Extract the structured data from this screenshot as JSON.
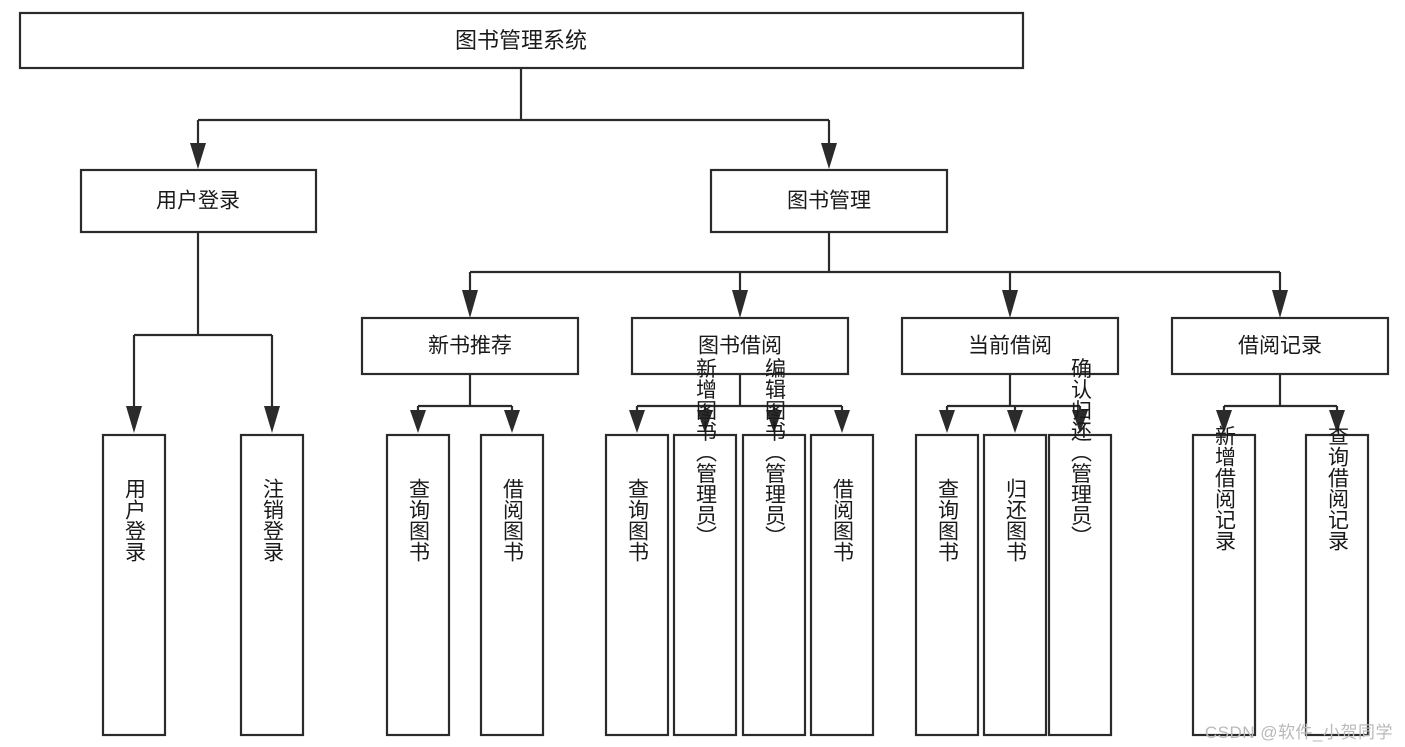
{
  "diagram": {
    "type": "tree",
    "title": "图书管理系统",
    "watermark": "CSDN @软件_小贺同学",
    "colors": {
      "stroke": "#2b2b2b",
      "box_fill": "#ffffff",
      "text": "#1a1a1a",
      "background": "#ffffff",
      "watermark": "#b9b9b9"
    },
    "levels": {
      "root": "图书管理系统",
      "level2": [
        "用户登录",
        "图书管理"
      ],
      "level3": [
        "新书推荐",
        "图书借阅",
        "当前借阅",
        "借阅记录"
      ]
    },
    "nodes": {
      "root": {
        "label": "图书管理系统"
      },
      "user_login": {
        "label": "用户登录"
      },
      "book_mgmt": {
        "label": "图书管理"
      },
      "new_book_rec": {
        "label": "新书推荐"
      },
      "book_borrow": {
        "label": "图书借阅"
      },
      "current_borrow": {
        "label": "当前借阅"
      },
      "borrow_record": {
        "label": "借阅记录"
      },
      "leaf_1": {
        "label": "用户登录"
      },
      "leaf_2": {
        "label": "注销登录"
      },
      "leaf_3": {
        "label": "查询图书"
      },
      "leaf_4": {
        "label": "借阅图书"
      },
      "leaf_5": {
        "label": "查询图书"
      },
      "leaf_6": {
        "label": "新增图书（管理员）"
      },
      "leaf_7": {
        "label": "编辑图书（管理员）"
      },
      "leaf_8": {
        "label": "借阅图书"
      },
      "leaf_9": {
        "label": "查询图书"
      },
      "leaf_10": {
        "label": "归还图书"
      },
      "leaf_11": {
        "label": "确认归还（管理员）"
      },
      "leaf_12": {
        "label": "新增借阅记录"
      },
      "leaf_13": {
        "label": "查询借阅记录"
      }
    },
    "edges": [
      {
        "from": "root",
        "to": "user_login"
      },
      {
        "from": "root",
        "to": "book_mgmt"
      },
      {
        "from": "user_login",
        "to": "leaf_1"
      },
      {
        "from": "user_login",
        "to": "leaf_2"
      },
      {
        "from": "book_mgmt",
        "to": "new_book_rec"
      },
      {
        "from": "book_mgmt",
        "to": "book_borrow"
      },
      {
        "from": "book_mgmt",
        "to": "current_borrow"
      },
      {
        "from": "book_mgmt",
        "to": "borrow_record"
      },
      {
        "from": "new_book_rec",
        "to": "leaf_3"
      },
      {
        "from": "new_book_rec",
        "to": "leaf_4"
      },
      {
        "from": "book_borrow",
        "to": "leaf_5"
      },
      {
        "from": "book_borrow",
        "to": "leaf_6"
      },
      {
        "from": "book_borrow",
        "to": "leaf_7"
      },
      {
        "from": "book_borrow",
        "to": "leaf_8"
      },
      {
        "from": "current_borrow",
        "to": "leaf_9"
      },
      {
        "from": "current_borrow",
        "to": "leaf_10"
      },
      {
        "from": "current_borrow",
        "to": "leaf_11"
      },
      {
        "from": "borrow_record",
        "to": "leaf_12"
      },
      {
        "from": "borrow_record",
        "to": "leaf_13"
      }
    ]
  }
}
